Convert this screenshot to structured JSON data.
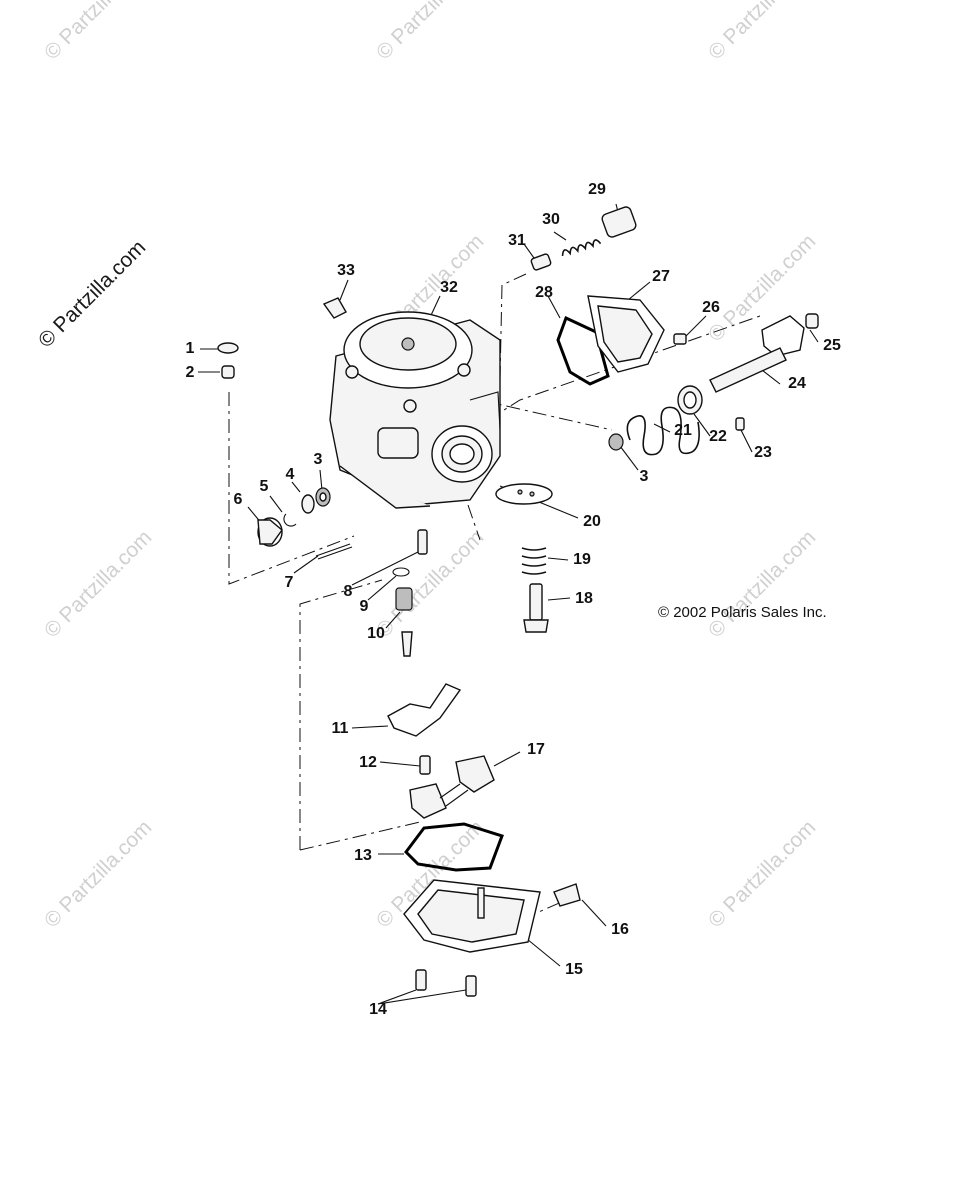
{
  "watermarks": {
    "brand": "© Partzilla.com",
    "repeat": "© Partzilla.com"
  },
  "copyright": "© 2002 Polaris Sales Inc.",
  "callouts": [
    "1",
    "2",
    "3",
    "3",
    "4",
    "5",
    "6",
    "7",
    "8",
    "9",
    "10",
    "11",
    "12",
    "13",
    "14",
    "15",
    "16",
    "17",
    "18",
    "19",
    "20",
    "21",
    "22",
    "23",
    "24",
    "25",
    "26",
    "27",
    "28",
    "29",
    "30",
    "31",
    "32",
    "33"
  ],
  "icons": {
    "copyright_symbol": "copyright-icon"
  }
}
